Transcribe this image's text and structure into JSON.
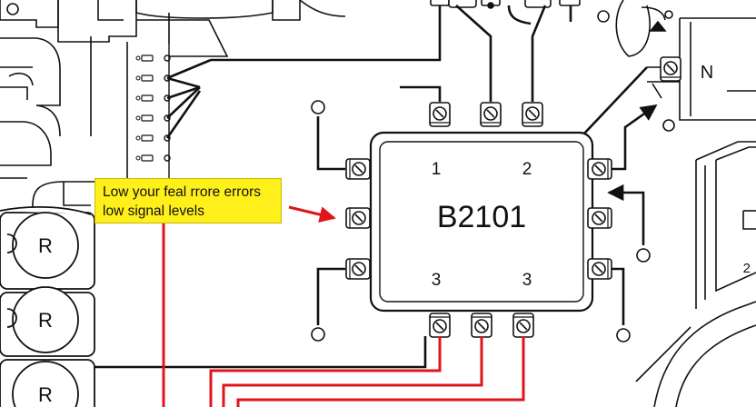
{
  "multiswitch": {
    "model_label": "B2101",
    "port_labels": {
      "top_left": "1",
      "top_right": "2",
      "bottom_left": "3",
      "bottom_right": "3"
    }
  },
  "callout": {
    "line1": "Low your feal rrore errors",
    "line2": "low signal levels",
    "background_color": "#ffef1a",
    "arrow_color": "#e0141b"
  },
  "side_labels": {
    "connector_n": "N",
    "right_edge_digit": "2"
  },
  "receivers": [
    {
      "label": "R"
    },
    {
      "label": "R"
    },
    {
      "label": "R"
    }
  ],
  "wire_colors": {
    "signal": "#111111",
    "highlighted": "#e0141b"
  },
  "icons": [
    "terminal-screw-icon",
    "terminal-ring-icon",
    "arrow-icon"
  ]
}
